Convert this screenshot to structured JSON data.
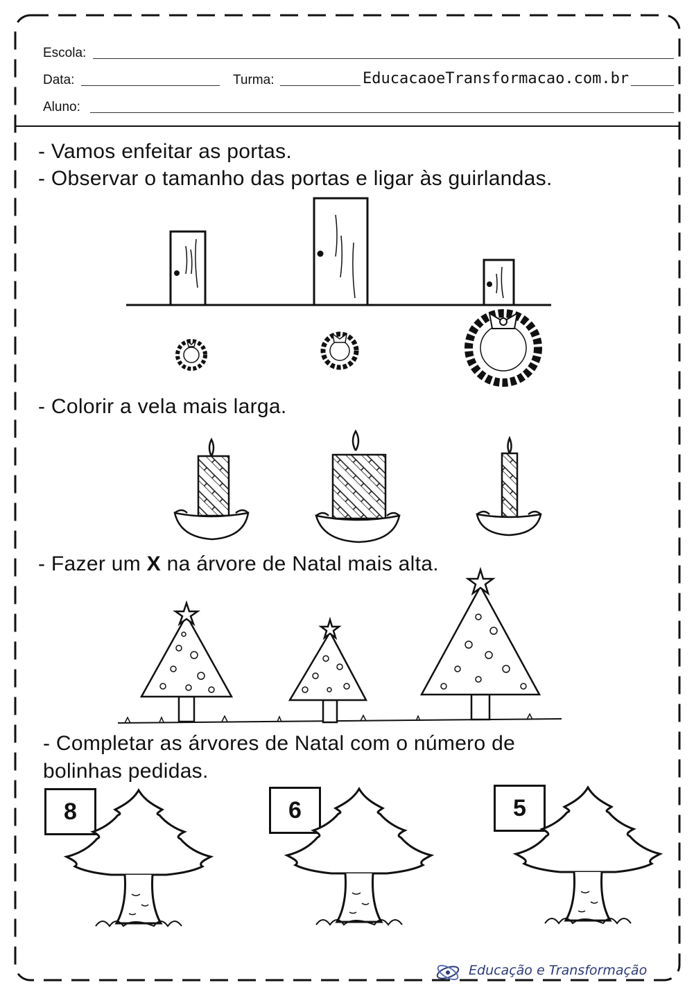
{
  "header": {
    "school_label": "Escola:",
    "date_label": "Data:",
    "class_label": "Turma:",
    "site_url": "EducacaoeTransformacao.com.br",
    "student_label": "Aluno:"
  },
  "sections": {
    "doors_line1": "- Vamos enfeitar as portas.",
    "doors_line2": "- Observar o tamanho das portas e ligar às guirlandas.",
    "candles": "- Colorir a vela mais larga.",
    "trees_prefix": "- Fazer um ",
    "trees_x": "X",
    "trees_suffix": " na árvore de Natal mais alta.",
    "complete_line1": "- Completar as árvores de Natal com o número de",
    "complete_line2": "bolinhas pedidas."
  },
  "count_boxes": [
    "8",
    "6",
    "5"
  ],
  "footer": {
    "brand": "Educação e Transformação"
  },
  "colors": {
    "ink": "#111111",
    "brand": "#2b3a78"
  }
}
